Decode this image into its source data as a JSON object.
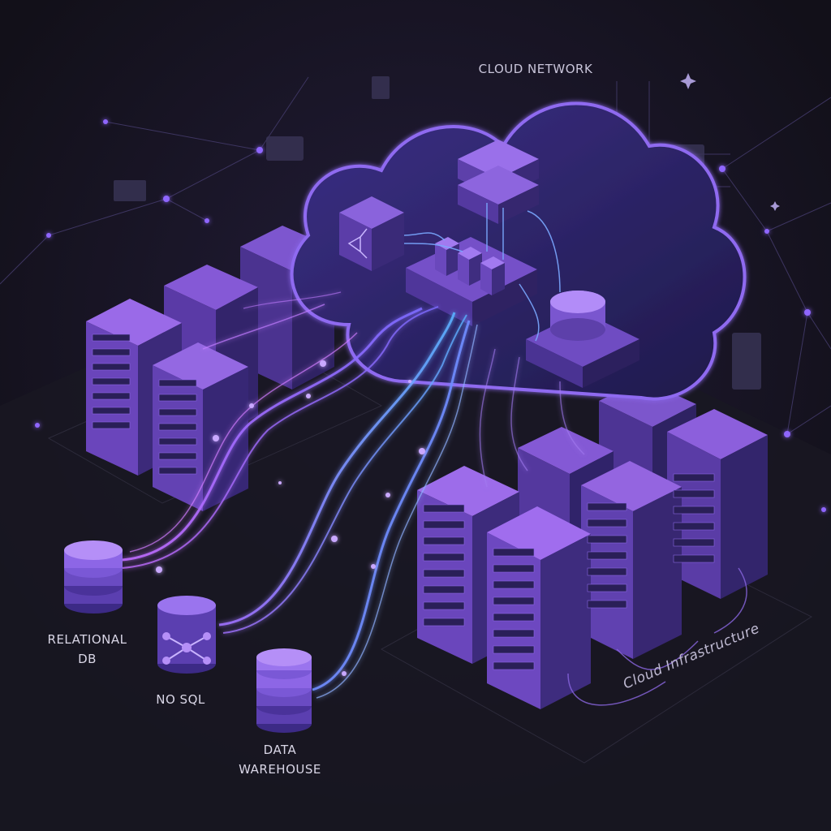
{
  "labels": {
    "cloud_network": "CLOUD NETWORK",
    "cloud_infrastructure": "Cloud Infrastructure",
    "relational_db_line1": "RELATIONAL",
    "relational_db_line2": "DB",
    "nosql": "NO SQL",
    "data_warehouse_line1": "DATA",
    "data_warehouse_line2": "WAREHOUSE"
  },
  "colors": {
    "background": "#121019",
    "floor": "#1b1a24",
    "server_light": "#8a5fd9",
    "server_mid": "#5e3fa6",
    "server_dark": "#3a2873",
    "cloud_fill": "#2b2260",
    "cloud_stroke": "#8f6bf0",
    "stream_purple": "#b26cff",
    "stream_blue": "#6f8dff",
    "node_glow": "#9b6dff"
  },
  "icons": {
    "relational_db": "database-cylinder-icon",
    "nosql": "graph-network-icon",
    "data_warehouse": "database-cylinder-icon",
    "cloud": "cloud-icon"
  }
}
